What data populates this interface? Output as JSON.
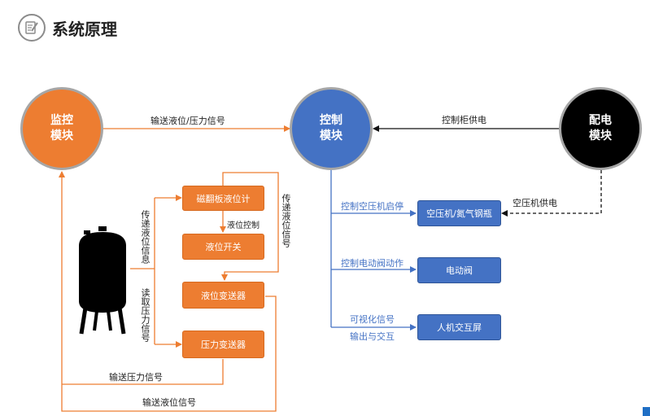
{
  "title": "系统原理",
  "colors": {
    "orange": "#ed7d31",
    "blue": "#4472c4",
    "black": "#000000",
    "gray_ring": "#a6a6a6"
  },
  "modules": {
    "monitor": {
      "line1": "监控",
      "line2": "模块"
    },
    "control": {
      "line1": "控制",
      "line2": "模块"
    },
    "power": {
      "line1": "配电",
      "line2": "模块"
    }
  },
  "boxes": {
    "magnetic_level": "磁翻板液位计",
    "level_switch": "液位开关",
    "level_transmitter": "液位变送器",
    "pressure_transmitter": "压力变送器",
    "compressor": "空压机/氮气钢瓶",
    "electric_valve": "电动阀",
    "hmi": "人机交互屏"
  },
  "labels": {
    "send_level_pressure": "输送液位/压力信号",
    "cabinet_power": "控制柜供电",
    "compressor_power": "空压机供电",
    "control_compressor": "控制空压机启停",
    "control_valve": "控制电动阀动作",
    "visual_signal_1": "可视化信号",
    "visual_signal_2": "输出与交互",
    "level_control": "液位控制",
    "transfer_level_info": "传递液位信息",
    "read_pressure_info": "读取压力信号",
    "transfer_level_signal": "传递液位信号",
    "send_pressure_signal": "输送压力信号",
    "send_level_signal": "输送液位信号"
  },
  "icons": {
    "title": "notebook-pencil-icon",
    "tank": "water-tank-icon"
  }
}
